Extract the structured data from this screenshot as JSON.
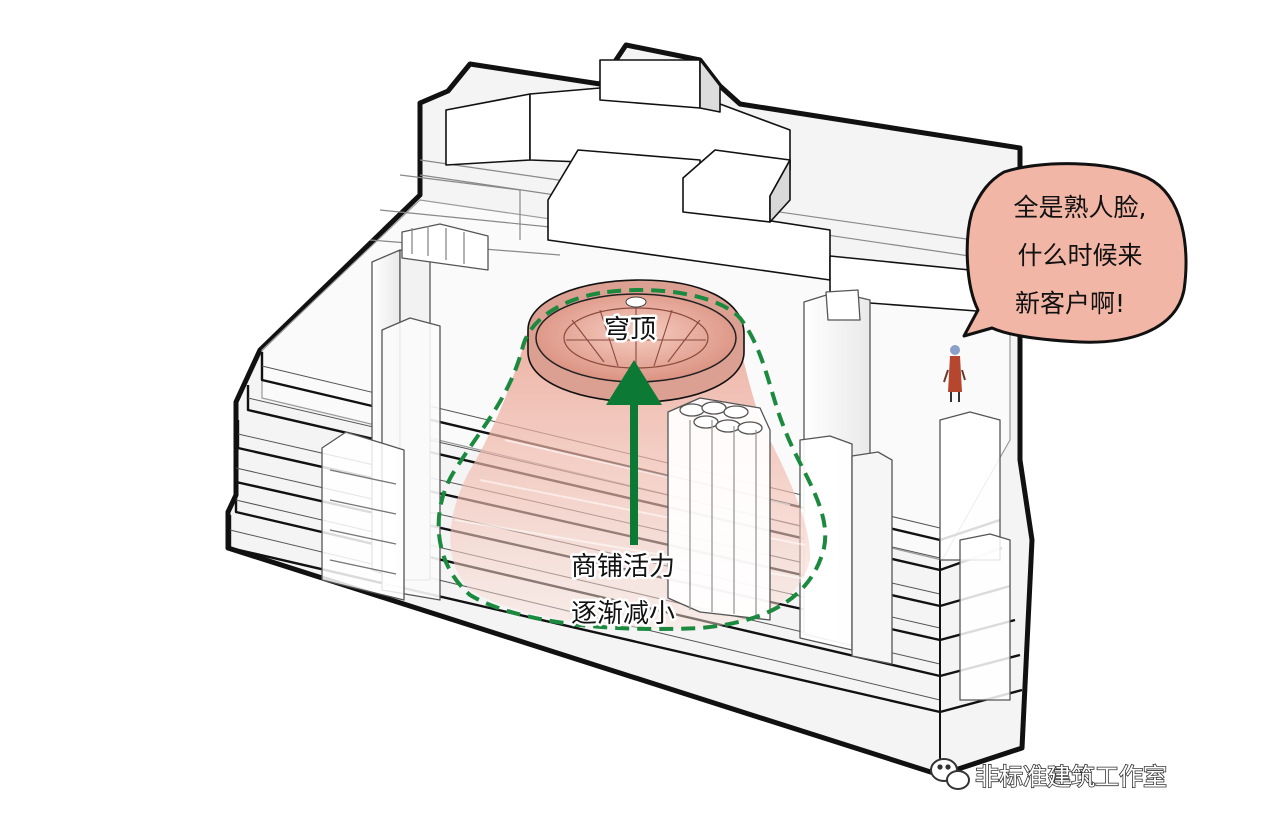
{
  "labels": {
    "dome": "穹顶",
    "shop_vitality_line1": "商铺活力",
    "shop_vitality_line2": "逐渐减小"
  },
  "speech_bubble": {
    "line1": "全是熟人脸,",
    "line2": "什么时候来",
    "line3": "新客户啊!"
  },
  "watermark": {
    "text": "非标准建筑工作室",
    "icon": "wechat-icon"
  },
  "colors": {
    "outline": "#111111",
    "dome_fill": "#e8a596",
    "gradient_zone": "#f0b3a3",
    "arrow": "#0c7a35",
    "dashed_boundary": "#1b8a3f",
    "bubble_fill": "#f2b6a6"
  }
}
